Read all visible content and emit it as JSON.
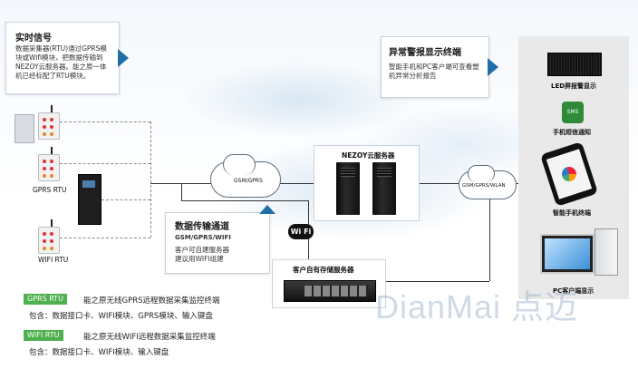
{
  "realtime_callout": {
    "title": "实时信号",
    "text": "数据采集器(RTU)通过GPRS模块或Wifi模块，把数据传输到NEZOY云服务器。能之原一体机已经标配了RTU模块。"
  },
  "rtu_labels": {
    "gprs": "GPRS RTU",
    "wifi": "WIFI RTU"
  },
  "cloud_left_label": "GSM/GPRS",
  "cloud_right_label": "GSM/GPRS/WLAN",
  "transfer_callout": {
    "title": "数据传输通道",
    "subtitle": "GSM/GPRS/WIFI",
    "text": "客户可自建服务器\n建议用WIFI组建"
  },
  "wifi_badge": "Wi Fi",
  "server": {
    "label": "NEZOY云服务器"
  },
  "storage": {
    "label": "客户自有存储服务器"
  },
  "alarm_callout": {
    "title": "异常警报显示终端",
    "text": "智能手机和PC客户端可查看塑机异常分析报告"
  },
  "terminals": {
    "led": "LED屏报警显示",
    "sms": "手机短信通知",
    "sms_icon_text": "SMS",
    "phone": "智能手机终端",
    "pc": "PC客户端显示"
  },
  "legend": {
    "gprs_tag": "GPRS RTU",
    "gprs_desc": "能之原无线GPRS远程数据采集监控终端",
    "gprs_includes": "包含：数据接口卡、WIFI模块、GPRS模块、输入键盘",
    "wifi_tag": "WIFI RTU",
    "wifi_desc": "能之原无线WIFI远程数据采集监控终端",
    "wifi_includes": "包含：数据接口卡、WIFI模块、输入键盘"
  },
  "watermark": "DianMai 点迈",
  "colors": {
    "accent_blue": "#1f6ea8",
    "legend_green": "#4fb04f"
  }
}
